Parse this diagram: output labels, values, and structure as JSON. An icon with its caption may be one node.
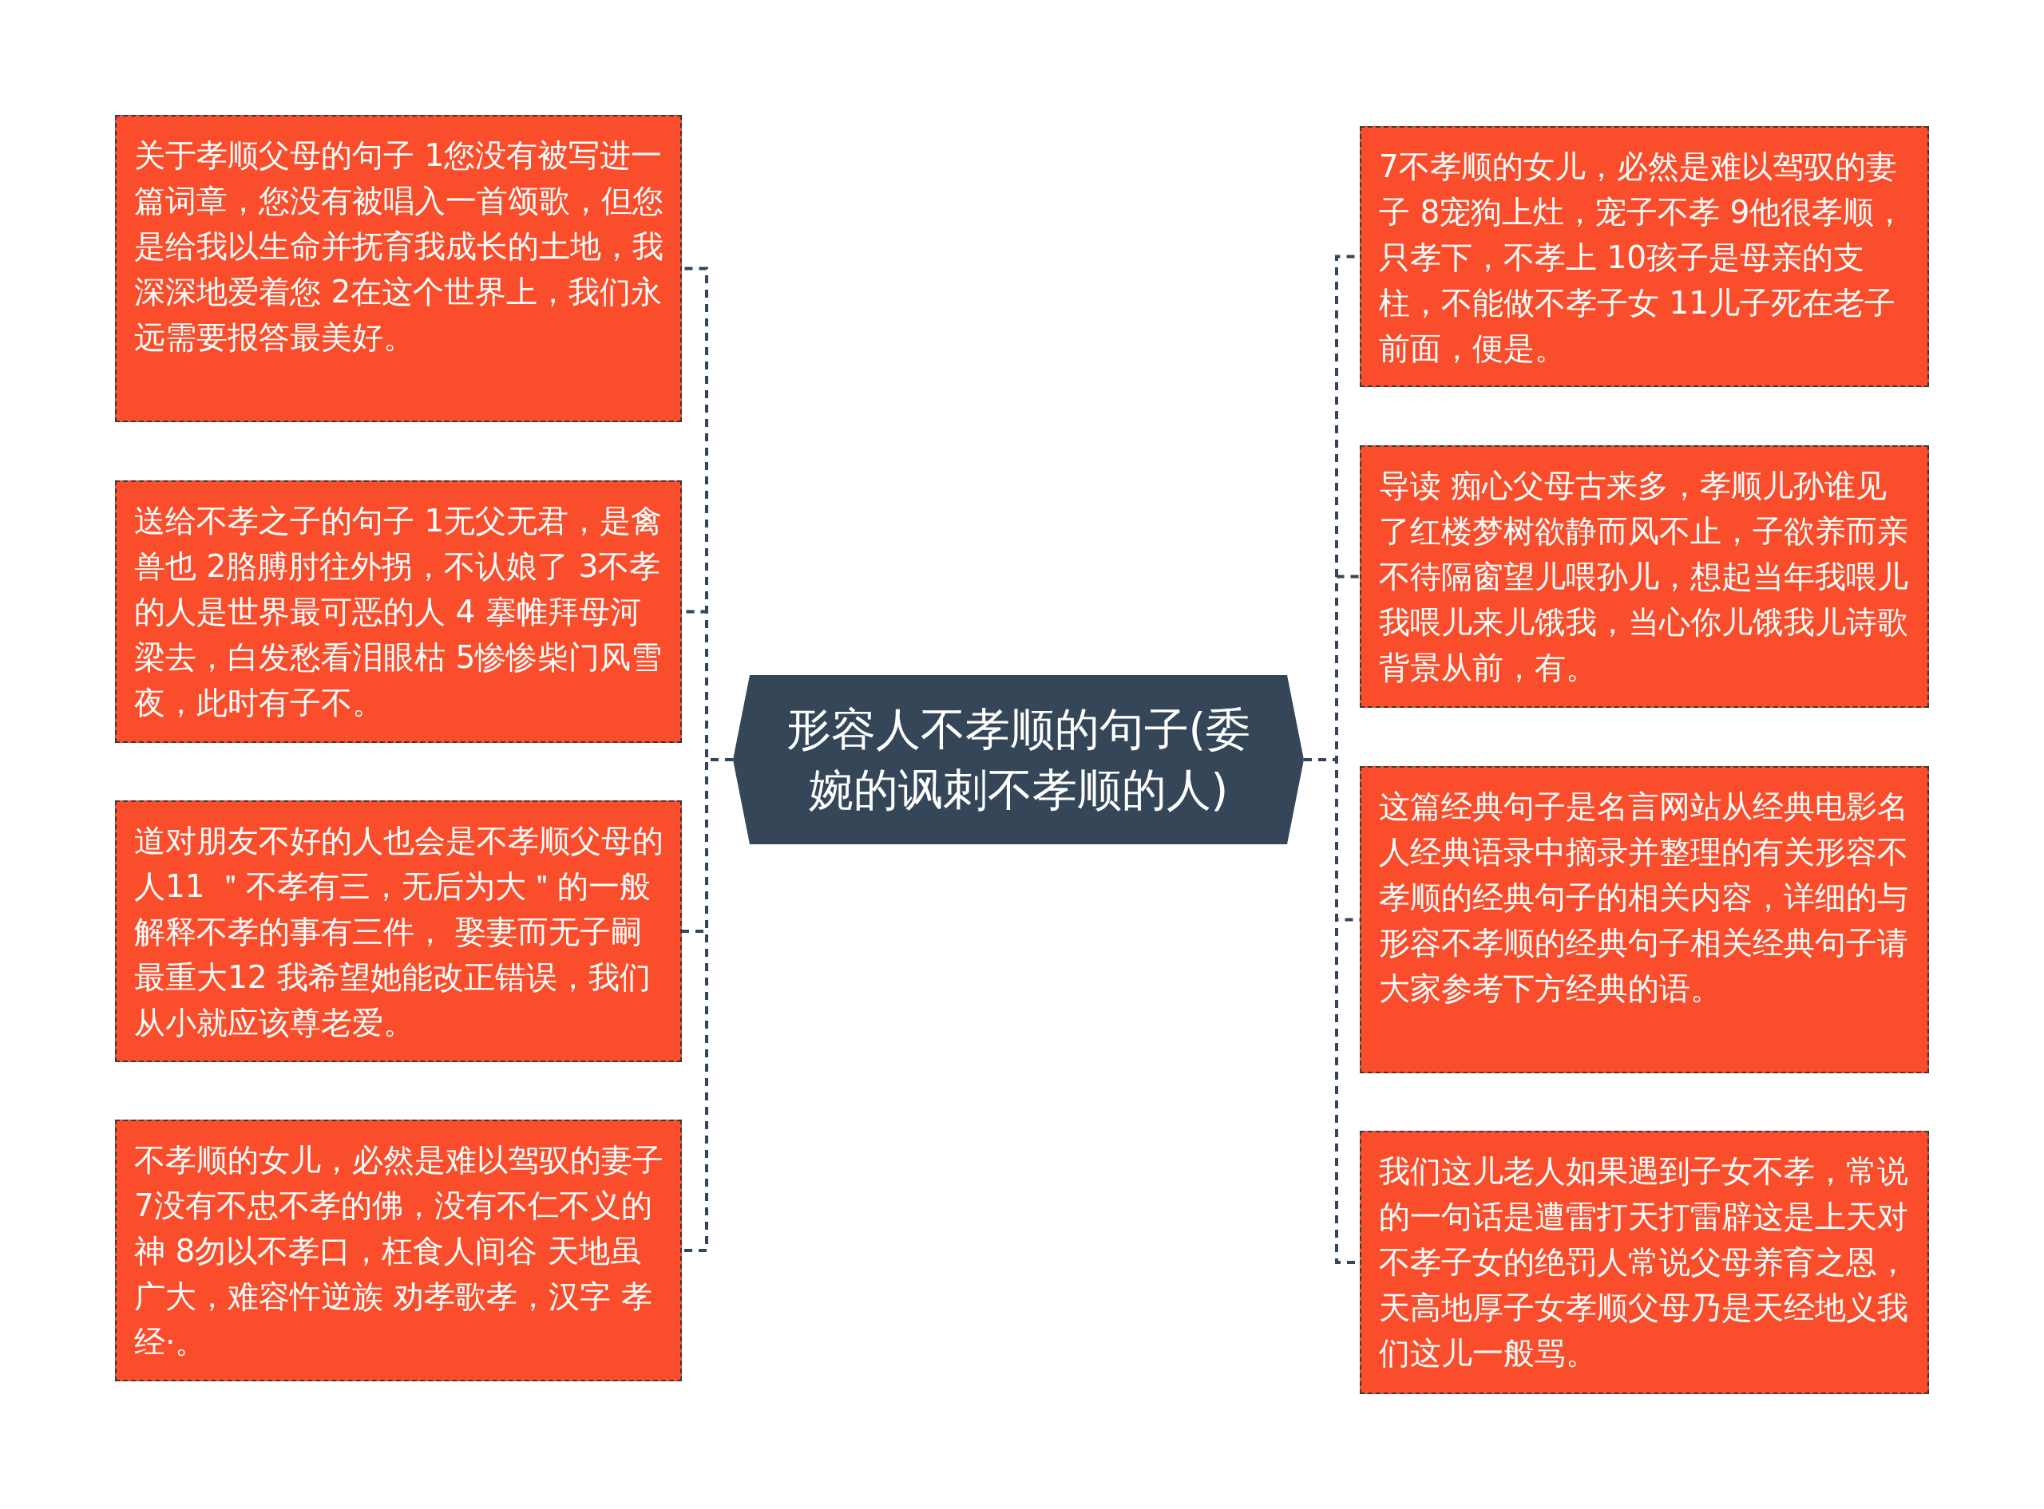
{
  "diagram": {
    "nodes": [
      {
        "text": [
          "形容人不孝顺的句子(委婉的讽刺不孝顺的人)"
        ]
      },
      {
        "text": [
          "关于孝顺父母的句子 1您没有被写进一篇词章，您没有被唱入一首颂歌，但您是给我以生命并抚育我成长的土地，我深深地爱着您 2在这个世界上，我们永远需要报答最美好。"
        ]
      },
      {
        "text": [
          "送给不孝之子的句子 1无父无君，是禽兽也 2胳膊肘往外拐，不认娘了 3不孝的人是世界最可恶的人 4 搴帷拜母河梁去，白发愁看泪眼枯 5惨惨柴门风雪夜，此时有子不。"
        ]
      },
      {
        "text": [
          "道对朋友不好的人也会是不孝顺父母的人11 ＂不孝有三，无后为大＂的一般解释不孝的事有三件， 娶妻而无子嗣最重大12 我希望她能改正错误，我们从小就应该尊老爱。"
        ]
      },
      {
        "text": [
          "不孝顺的女儿，必然是难以驾驭的妻子 7没有不忠不孝的佛，没有不仁不义的神 8勿以不孝口，枉食人间谷 天地虽广大，难容忤逆族 劝孝歌孝，汉字 孝经·。"
        ]
      },
      {
        "text": [
          "7不孝顺的女儿，必然是难以驾驭的妻子 8宠狗上灶，宠子不孝 9他很孝顺，只孝下，不孝上 10孩子是母亲的支柱，不能做不孝子女 11儿子死在老子前面，便是。"
        ]
      },
      {
        "text": [
          "导读 痴心父母古来多，孝顺儿孙谁见了红楼梦树欲静而风不止，子欲养而亲不待隔窗望儿喂孙儿，想起当年我喂儿我喂儿来儿饿我，当心你儿饿我儿诗歌背景从前，有。"
        ]
      },
      {
        "text": [
          "这篇经典句子是名言网站从经典电影名人经典语录中摘录并整理的有关形容不孝顺的经典句子的相关内容，详细的与形容不孝顺的经典句子相关经典句子请大家参考下方经典的语。"
        ]
      },
      {
        "text": [
          "我们这儿老人如果遇到子女不孝，常说的一句话是遭雷打天打雷辟这是上天对不孝子女的绝罚人常说父母养育之恩，天高地厚子女孝顺父母乃是天经地义我们这儿一般骂。"
        ]
      }
    ],
    "edges": [
      {
        "from": 0,
        "to": 1,
        "arrow": "none"
      },
      {
        "from": 0,
        "to": 2,
        "arrow": "none"
      },
      {
        "from": 0,
        "to": 3,
        "arrow": "none"
      },
      {
        "from": 0,
        "to": 4,
        "arrow": "none"
      },
      {
        "from": 0,
        "to": 5,
        "arrow": "none"
      },
      {
        "from": 0,
        "to": 6,
        "arrow": "none"
      },
      {
        "from": 0,
        "to": 7,
        "arrow": "none"
      },
      {
        "from": 0,
        "to": 8,
        "arrow": "none"
      }
    ]
  }
}
